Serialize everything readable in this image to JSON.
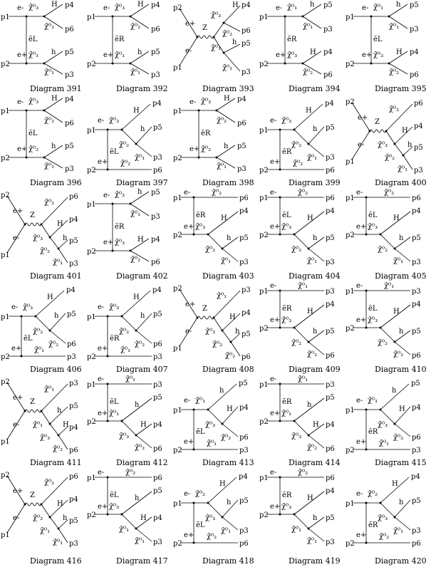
{
  "common": {
    "p1": "p1",
    "p2": "p2",
    "e_minus": "e-",
    "e_plus": "e+",
    "z": "Z"
  },
  "diagrams": [
    {
      "caption": "Diagram 391",
      "type": "A",
      "prop": "ẽL",
      "labels": [
        "χ̃⁰₃",
        "H",
        "p4",
        "χ̃⁰₂",
        "p6",
        "χ̃⁰₁",
        "h",
        "p5",
        "χ̃⁰₁",
        "p3"
      ]
    },
    {
      "caption": "Diagram 392",
      "type": "A",
      "prop": "ẽR",
      "labels": [
        "χ̃⁰₃",
        "H",
        "p4",
        "χ̃⁰₂",
        "p6",
        "χ̃⁰₁",
        "h",
        "p5",
        "χ̃⁰₁",
        "p3"
      ]
    },
    {
      "caption": "Diagram 393",
      "type": "Z2",
      "prop": "",
      "labels": [
        "χ̃⁰₃",
        "H",
        "p4",
        "χ̃⁰₂",
        "p6",
        "χ̃⁰₁",
        "h",
        "p5",
        "χ̃⁰₁",
        "p3"
      ]
    },
    {
      "caption": "Diagram 394",
      "type": "A",
      "prop": "ẽR",
      "labels": [
        "χ̃⁰₁",
        "h",
        "p5",
        "χ̃⁰₁",
        "p3",
        "χ̃⁰₃",
        "H",
        "p4",
        "χ̃⁰₂",
        "p6"
      ]
    },
    {
      "caption": "Diagram 395",
      "type": "A",
      "prop": "ẽL",
      "labels": [
        "χ̃⁰₁",
        "h",
        "p5",
        "χ̃⁰₁",
        "p3",
        "χ̃⁰₃",
        "H",
        "p4",
        "χ̃⁰₂",
        "p6"
      ]
    },
    {
      "caption": "Diagram 396",
      "type": "A",
      "prop": "ẽL",
      "labels": [
        "χ̃⁰₃",
        "H",
        "p4",
        "χ̃⁰₂",
        "p6",
        "χ̃⁰₂",
        "h",
        "p5",
        "χ̃⁰₁",
        "p3"
      ]
    },
    {
      "caption": "Diagram 397",
      "type": "C",
      "prop": "ẽL",
      "labels": [
        "χ̃⁰₃",
        "H",
        "p4",
        "χ̃⁰₂",
        "h",
        "p5",
        "χ̃⁰₁",
        "p3",
        "χ̃⁰₂",
        "p6"
      ]
    },
    {
      "caption": "Diagram 398",
      "type": "A",
      "prop": "ẽR",
      "labels": [
        "χ̃⁰₃",
        "H",
        "p4",
        "χ̃⁰₂",
        "p6",
        "χ̃⁰₂",
        "h",
        "p5",
        "χ̃⁰₁",
        "p3"
      ]
    },
    {
      "caption": "Diagram 399",
      "type": "C",
      "prop": "ẽR",
      "labels": [
        "χ̃⁰₃",
        "H",
        "p4",
        "χ̃⁰₂",
        "h",
        "p5",
        "χ̃⁰₁",
        "p3",
        "χ̃⁰₂",
        "p6"
      ]
    },
    {
      "caption": "Diagram 400",
      "type": "Z4",
      "prop": "",
      "labels": [
        "χ̃⁰₂",
        "p6",
        "χ̃⁰₃",
        "H",
        "p4",
        "χ̃⁰₂",
        "h",
        "p5",
        "χ̃⁰₁",
        "p3"
      ]
    },
    {
      "caption": "Diagram 401",
      "type": "Z4",
      "prop": "",
      "labels": [
        "χ̃⁰₂",
        "p6",
        "χ̃⁰₃",
        "H",
        "p4",
        "χ̃⁰₂",
        "h",
        "p5",
        "χ̃⁰₁",
        "p3"
      ]
    },
    {
      "caption": "Diagram 402",
      "type": "A",
      "prop": "ẽR",
      "labels": [
        "χ̃⁰₂",
        "h",
        "p5",
        "χ̃⁰₁",
        "p3",
        "χ̃⁰₃",
        "H",
        "p4",
        "χ̃⁰₂",
        "p6"
      ]
    },
    {
      "caption": "Diagram 403",
      "type": "D",
      "prop": "ẽR",
      "labels": [
        "χ̃⁰₂",
        "p6",
        "χ̃⁰₃",
        "H",
        "p4",
        "χ̃⁰₂",
        "h",
        "p5",
        "χ̃⁰₁",
        "p3"
      ]
    },
    {
      "caption": "Diagram 404",
      "type": "D",
      "prop": "ẽL",
      "labels": [
        "χ̃⁰₂",
        "p6",
        "χ̃⁰₃",
        "H",
        "p4",
        "χ̃⁰₂",
        "h",
        "p5",
        "χ̃⁰₁",
        "p3"
      ]
    },
    {
      "caption": "Diagram 405",
      "type": "D",
      "prop": "ẽL",
      "labels": [
        "χ̃⁰₂",
        "p6",
        "χ̃⁰₃",
        "H",
        "p4",
        "χ̃⁰₂",
        "h",
        "p5",
        "χ̃⁰₁",
        "p3"
      ]
    },
    {
      "caption": "Diagram 406",
      "type": "C",
      "prop": "ẽL",
      "labels": [
        "χ̃⁰₃",
        "H",
        "p4",
        "χ̃⁰₂",
        "h",
        "p5",
        "χ̃⁰₂",
        "p6",
        "χ̃⁰₁",
        "p3"
      ]
    },
    {
      "caption": "Diagram 407",
      "type": "C",
      "prop": "ẽR",
      "labels": [
        "χ̃⁰₃",
        "H",
        "p4",
        "χ̃⁰₂",
        "h",
        "p5",
        "χ̃⁰₂",
        "p6",
        "χ̃⁰₁",
        "p3"
      ]
    },
    {
      "caption": "Diagram 408",
      "type": "Z4",
      "prop": "",
      "labels": [
        "χ̃⁰₁",
        "p3",
        "χ̃⁰₃",
        "H",
        "p4",
        "χ̃⁰₂",
        "h",
        "p5",
        "χ̃⁰₂",
        "p6"
      ]
    },
    {
      "caption": "Diagram 409",
      "type": "D",
      "prop": "ẽR",
      "labels": [
        "χ̃⁰₁",
        "p3",
        "χ̃⁰₃",
        "H",
        "p4",
        "χ̃⁰₂",
        "h",
        "p5",
        "χ̃⁰₂",
        "p6"
      ]
    },
    {
      "caption": "Diagram 410",
      "type": "D",
      "prop": "ẽL",
      "labels": [
        "χ̃⁰₁",
        "p3",
        "χ̃⁰₃",
        "H",
        "p4",
        "χ̃⁰₂",
        "h",
        "p5",
        "χ̃⁰₂",
        "p6"
      ]
    },
    {
      "caption": "Diagram 411",
      "type": "Z4",
      "prop": "",
      "labels": [
        "χ̃⁰₁",
        "p3",
        "χ̃⁰₁",
        "h",
        "p5",
        "χ̃⁰₃",
        "H",
        "p4",
        "χ̃⁰₂",
        "p6"
      ]
    },
    {
      "caption": "Diagram 412",
      "type": "D",
      "prop": "ẽL",
      "labels": [
        "χ̃⁰₁",
        "p3",
        "χ̃⁰₁",
        "h",
        "p5",
        "χ̃⁰₃",
        "H",
        "p4",
        "χ̃⁰₂",
        "p6"
      ]
    },
    {
      "caption": "Diagram 413",
      "type": "C",
      "prop": "ẽL",
      "labels": [
        "χ̃⁰₁",
        "h",
        "p5",
        "χ̃⁰₃",
        "H",
        "p4",
        "χ̃⁰₂",
        "p6",
        "χ̃⁰₁",
        "p3"
      ]
    },
    {
      "caption": "Diagram 414",
      "type": "D",
      "prop": "ẽR",
      "labels": [
        "χ̃⁰₁",
        "p3",
        "χ̃⁰₁",
        "h",
        "p5",
        "χ̃⁰₃",
        "H",
        "p4",
        "χ̃⁰₂",
        "p6"
      ]
    },
    {
      "caption": "Diagram 415",
      "type": "C",
      "prop": "ẽR",
      "labels": [
        "χ̃⁰₁",
        "h",
        "p5",
        "χ̃⁰₃",
        "H",
        "p4",
        "χ̃⁰₂",
        "p6",
        "χ̃⁰₁",
        "p3"
      ]
    },
    {
      "caption": "Diagram 416",
      "type": "Z4",
      "prop": "",
      "labels": [
        "χ̃⁰₂",
        "p6",
        "χ̃⁰₂",
        "H",
        "p4",
        "χ̃⁰₁",
        "h",
        "p5",
        "χ̃⁰₁",
        "p3"
      ]
    },
    {
      "caption": "Diagram 417",
      "type": "D",
      "prop": "ẽL",
      "labels": [
        "χ̃⁰₂",
        "p6",
        "χ̃⁰₃",
        "h",
        "p5",
        "χ̃⁰₁",
        "H",
        "p4",
        "χ̃⁰₁",
        "p3"
      ]
    },
    {
      "caption": "Diagram 418",
      "type": "C",
      "prop": "ẽL",
      "labels": [
        "χ̃⁰₂",
        "H",
        "p4",
        "χ̃⁰₃",
        "h",
        "p5",
        "χ̃⁰₁",
        "p3",
        "χ̃⁰₂",
        "p6"
      ]
    },
    {
      "caption": "Diagram 419",
      "type": "D",
      "prop": "ẽR",
      "labels": [
        "χ̃⁰₂",
        "p6",
        "χ̃⁰₃",
        "H",
        "p4",
        "χ̃⁰₁",
        "h",
        "p5",
        "χ̃⁰₁",
        "p3"
      ]
    },
    {
      "caption": "Diagram 420",
      "type": "C",
      "prop": "ẽR",
      "labels": [
        "χ̃⁰₂",
        "H",
        "p4",
        "χ̃⁰₃",
        "h",
        "p5",
        "χ̃⁰₁",
        "p3",
        "χ̃⁰₂",
        "p6"
      ]
    }
  ]
}
